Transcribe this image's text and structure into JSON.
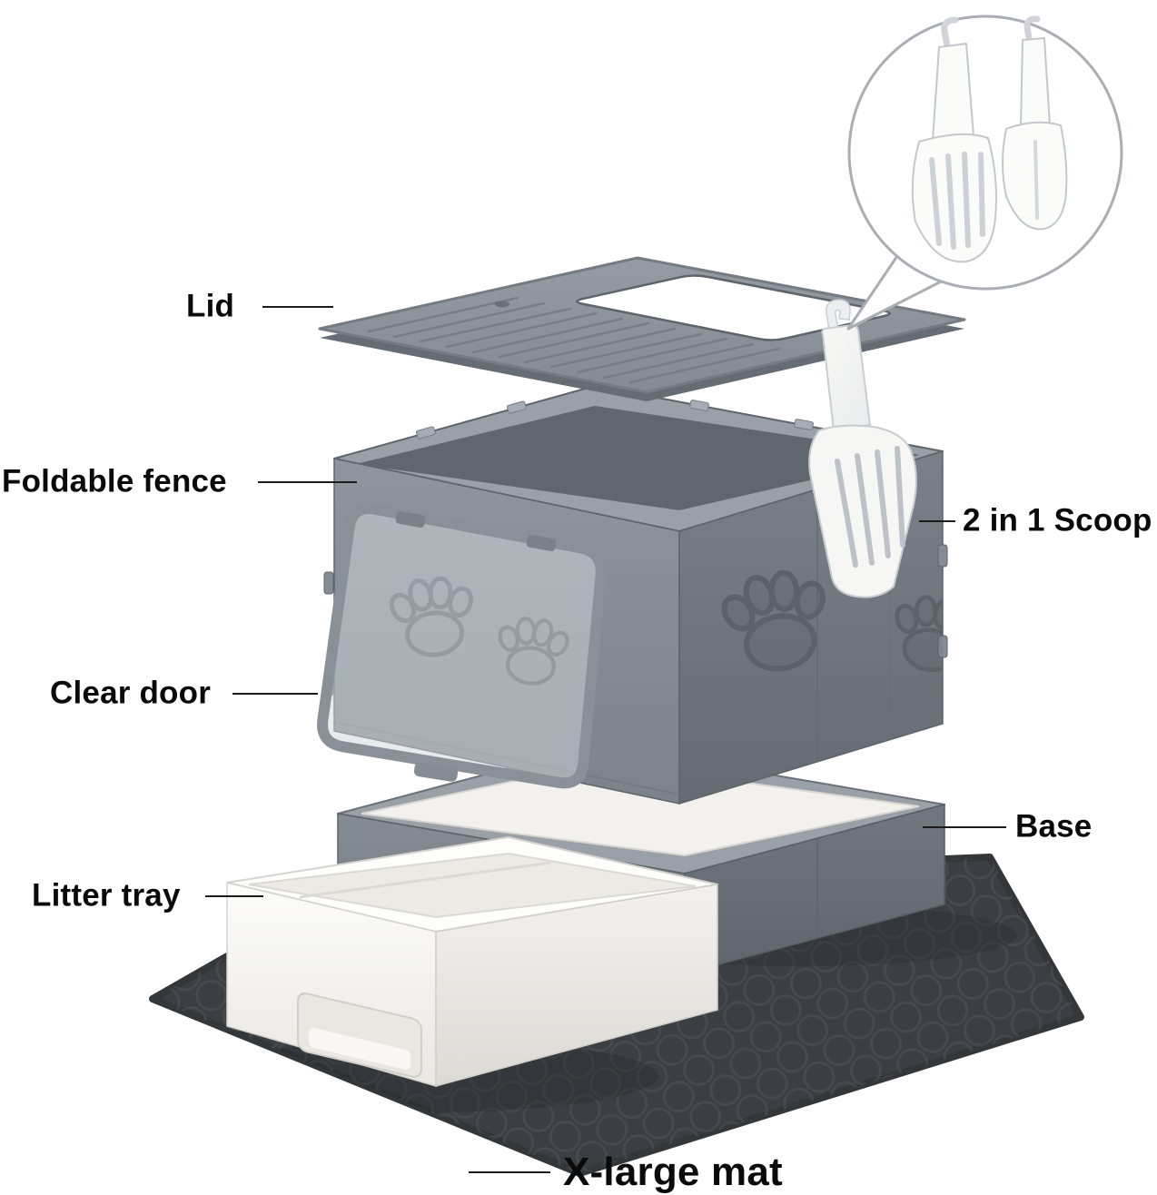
{
  "scene": {
    "background": "#ffffff"
  },
  "callouts": {
    "lid": {
      "label": "Lid"
    },
    "foldable_fence": {
      "label": "Foldable fence"
    },
    "clear_door": {
      "label": "Clear door"
    },
    "litter_tray": {
      "label": "Litter tray"
    },
    "scoop": {
      "label": "2 in 1 Scoop"
    },
    "base": {
      "label": "Base"
    },
    "mat": {
      "label": "X-large mat"
    }
  },
  "colors": {
    "product_gray": "#868c94",
    "product_gray_dark": "#6e747c",
    "product_gray_light": "#9aa0a8",
    "mat_charcoal": "#3b3e42",
    "tray_white": "#f7f7f4",
    "scoop_white": "#f5f5f3",
    "leader_line": "#1c1c1c",
    "label_text": "#0a0a0a"
  }
}
